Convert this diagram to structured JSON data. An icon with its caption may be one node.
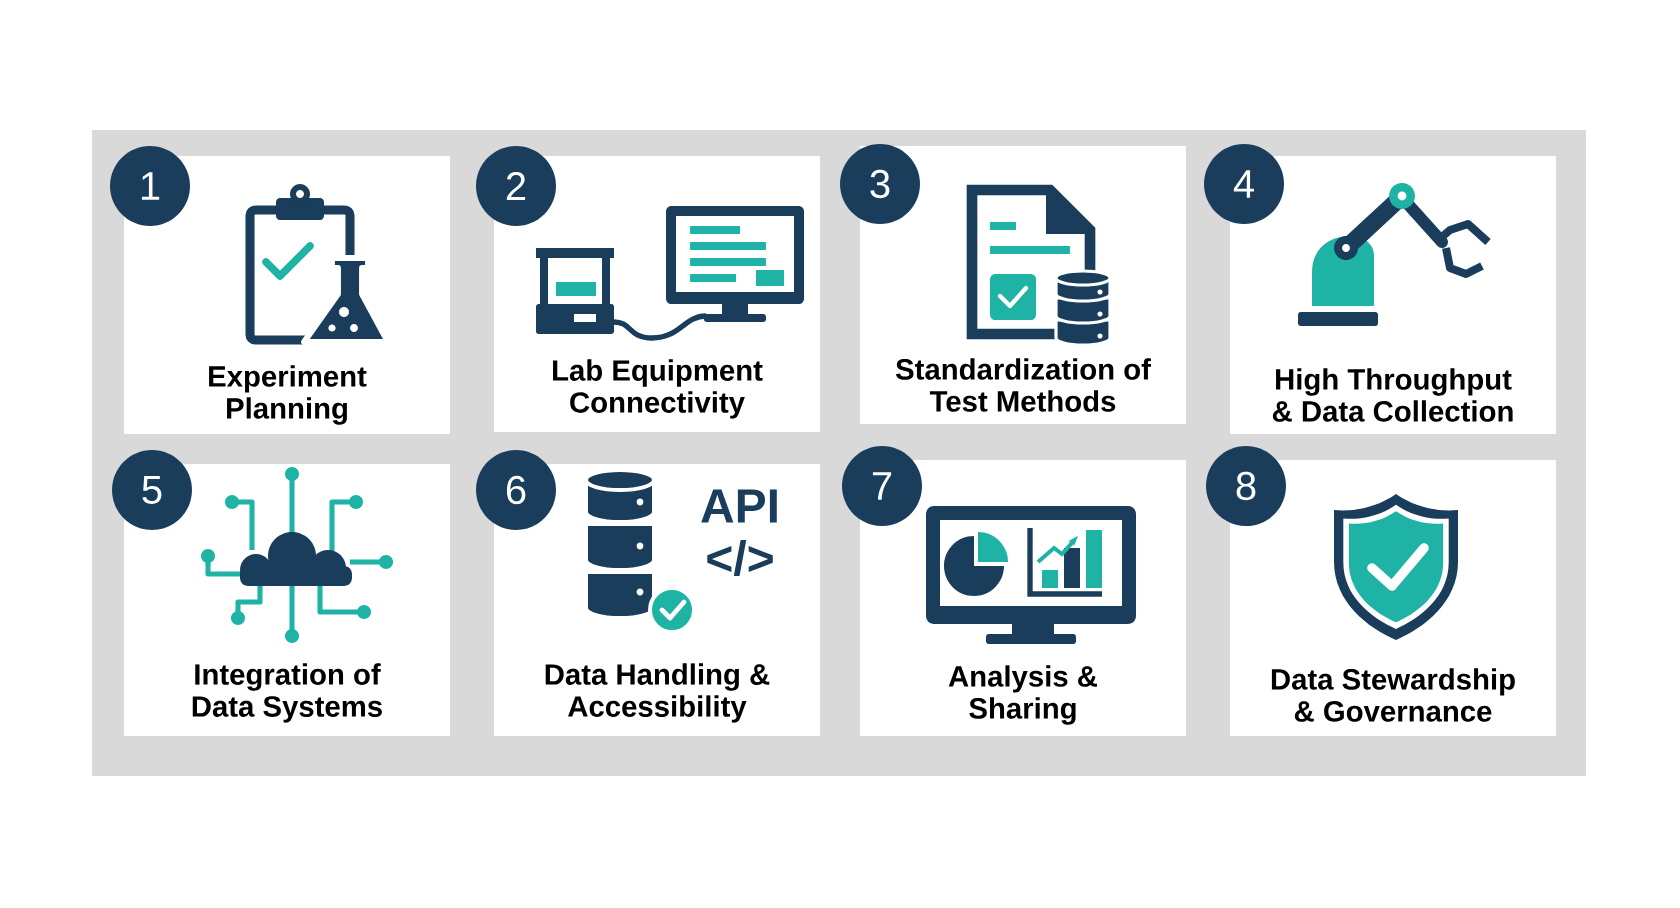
{
  "diagram": {
    "nodes": [
      {
        "text": [
          "1"
        ]
      },
      {
        "text": [
          "Experiment Planning"
        ]
      },
      {
        "text": [
          "2"
        ]
      },
      {
        "text": [
          "Lab Equipment Connectivity"
        ]
      },
      {
        "text": [
          "3"
        ]
      },
      {
        "text": [
          "Standardization of Test Methods"
        ]
      },
      {
        "text": [
          "4"
        ]
      },
      {
        "text": [
          "High Throughput & Data Collection"
        ]
      },
      {
        "text": [
          "5"
        ]
      },
      {
        "text": [
          "Integration of Data Systems"
        ]
      },
      {
        "text": [
          "6"
        ]
      },
      {
        "text": [
          "API",
          "</>",
          "Data Handling & Accessibility"
        ]
      },
      {
        "text": [
          "7"
        ]
      },
      {
        "text": [
          "Analysis & Sharing"
        ]
      },
      {
        "text": [
          "8"
        ]
      },
      {
        "text": [
          "Data Stewardship & Governance"
        ]
      }
    ]
  }
}
